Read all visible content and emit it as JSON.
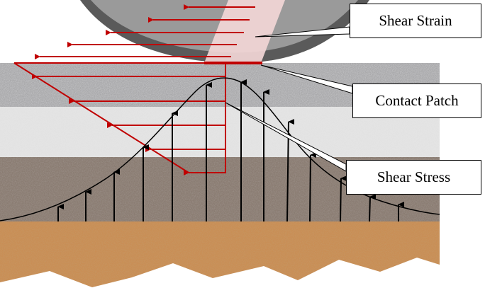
{
  "callouts": {
    "shear_strain": "Shear Strain",
    "contact_patch": "Contact Patch",
    "shear_stress": "Shear Stress"
  },
  "colors": {
    "tire_outer": "#5a5a5a",
    "tire_inner": "#9a9a9a",
    "strain_band": "#f2d6d6",
    "arrow_red": "#c00000",
    "arrow_black": "#000000",
    "layer_top": "#a9a9ab",
    "layer_light": "#e4e4e4",
    "layer_gravel": "#8a7c72",
    "layer_sand": "#c98e55"
  },
  "icons": [
    "tire-shape",
    "red-arrow-icon",
    "black-arrow-icon"
  ]
}
